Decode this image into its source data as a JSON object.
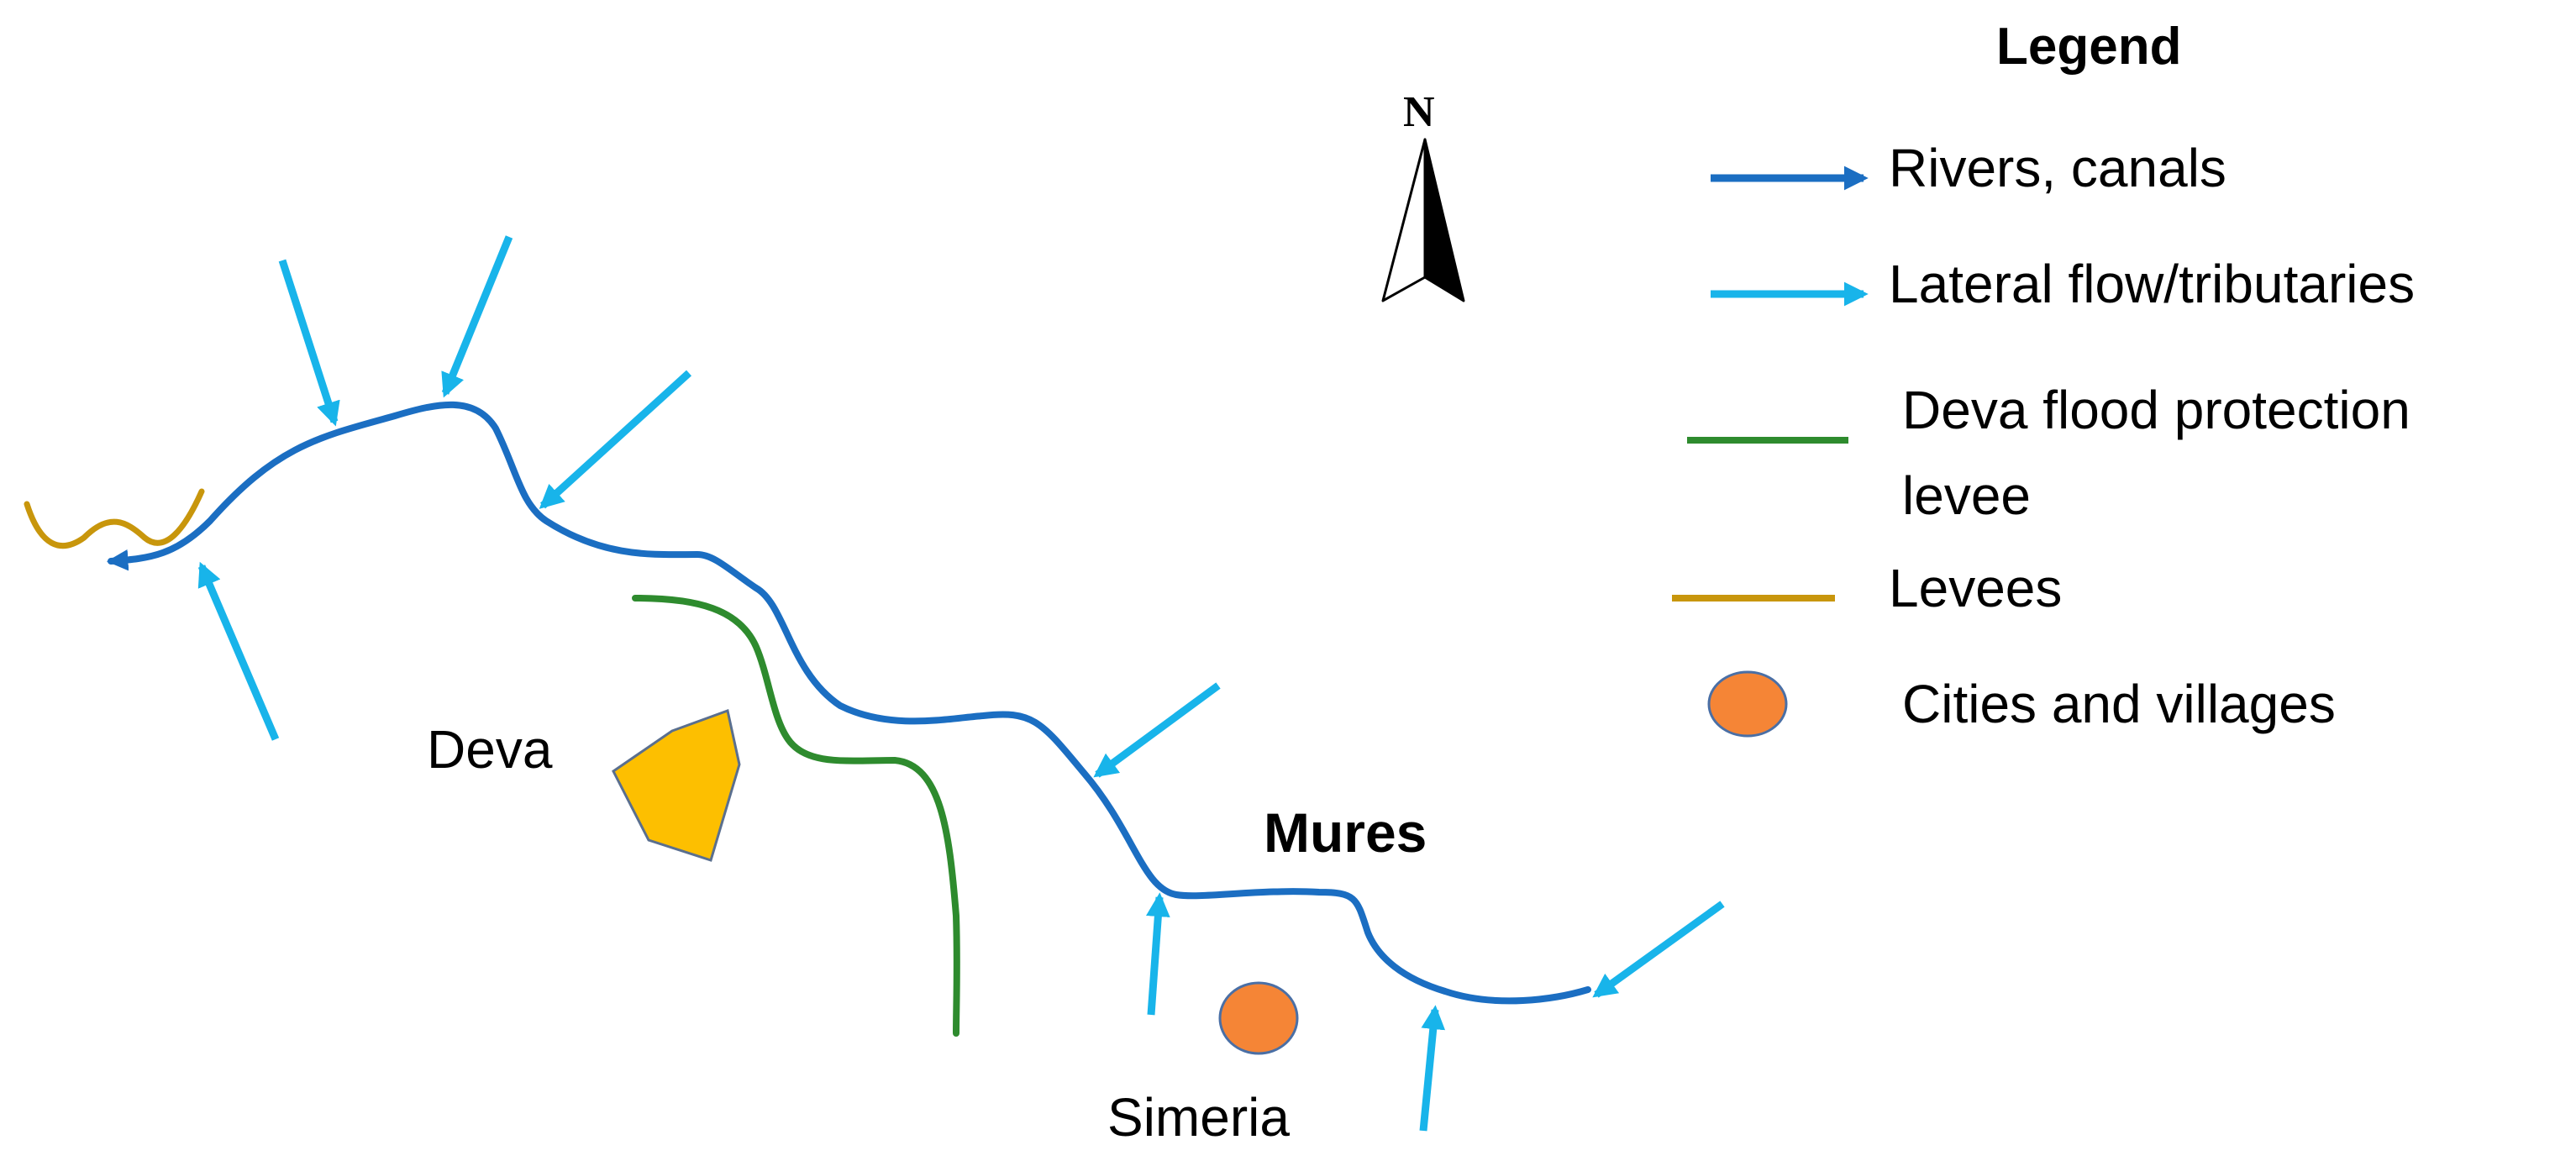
{
  "colors": {
    "river": "#1b6ec2",
    "tributary": "#18b4ea",
    "deva_levee": "#2e8b2e",
    "levees": "#c8960c",
    "city": "#f58536",
    "city_outline": "#4a6fa5",
    "deva_fill": "#fdbf00",
    "deva_outline": "#5a6f8f"
  },
  "map": {
    "places": {
      "deva": "Deva",
      "simeria": "Simeria"
    },
    "river_name": "Mures",
    "north_label": "N"
  },
  "legend": {
    "title": "Legend",
    "items": [
      {
        "id": "rivers",
        "symbol": "arrow-line",
        "color": "#1b6ec2",
        "lines": [
          "Rivers, canals"
        ]
      },
      {
        "id": "lateral",
        "symbol": "arrow-line",
        "color": "#18b4ea",
        "lines": [
          "Lateral flow/tributaries"
        ]
      },
      {
        "id": "deva-levee",
        "symbol": "line",
        "color": "#2e8b2e",
        "lines": [
          "Deva flood protection",
          "levee"
        ]
      },
      {
        "id": "levees",
        "symbol": "line",
        "color": "#c8960c",
        "lines": [
          "Levees"
        ]
      },
      {
        "id": "cities",
        "symbol": "circle",
        "color": "#f58536",
        "lines": [
          "Cities and villages"
        ]
      }
    ]
  }
}
